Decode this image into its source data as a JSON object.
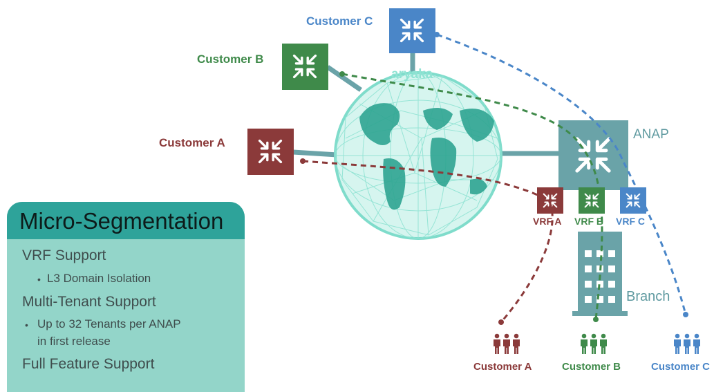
{
  "diagram": {
    "brand_text": "aryaka",
    "anap_label": "ANAP",
    "branch_label": "Branch",
    "sites": [
      {
        "label": "Customer C",
        "color": "#4a86c8"
      },
      {
        "label": "Customer B",
        "color": "#3f8a4a"
      },
      {
        "label": "Customer A",
        "color": "#8b3a3a"
      }
    ],
    "vrfs": [
      {
        "label": "VRF A",
        "color": "#8b3a3a"
      },
      {
        "label": "VRF B",
        "color": "#3f8a4a"
      },
      {
        "label": "VRF C",
        "color": "#4a86c8"
      }
    ],
    "users": [
      {
        "label": "Customer A",
        "color": "#8b3a3a"
      },
      {
        "label": "Customer B",
        "color": "#3f8a4a"
      },
      {
        "label": "Customer C",
        "color": "#4a86c8"
      }
    ]
  },
  "panel": {
    "title": "Micro-Segmentation",
    "vrf_support": "VRF Support",
    "l3_isolation": "L3 Domain Isolation",
    "multi_tenant": "Multi-Tenant Support",
    "tenants_line1": "Up to 32 Tenants per ANAP",
    "tenants_line2": "in first release",
    "full_feature": "Full Feature Support"
  }
}
